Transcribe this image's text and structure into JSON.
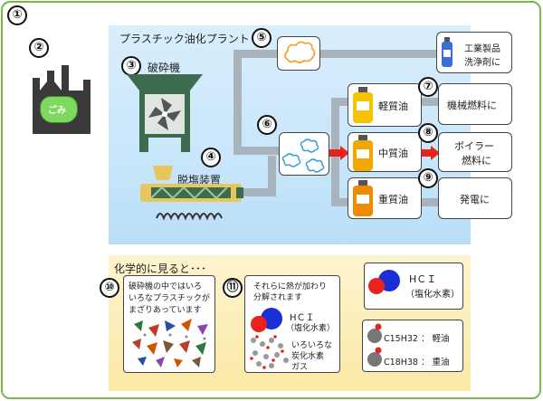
{
  "frame": {
    "number": "①"
  },
  "plant": {
    "title": "プラスチック油化プラント"
  },
  "factory": {
    "number": "②",
    "bag_label": "ごみ"
  },
  "crusher": {
    "number": "③",
    "label": "破砕機"
  },
  "dechlorinator": {
    "number": "④",
    "label": "脱塩装置"
  },
  "gas": {
    "number": "⑤"
  },
  "vapor": {
    "number": "⑥"
  },
  "product": {
    "label_line1": "工業製品",
    "label_line2": "洗浄剤に"
  },
  "oils": [
    {
      "label": "軽質油",
      "number": "⑦",
      "use": "機械燃料に",
      "color": "#f5c400"
    },
    {
      "label": "中質油",
      "number": "⑧",
      "use_line1": "ボイラー",
      "use_line2": "燃料に",
      "color": "#f0a800"
    },
    {
      "label": "重質油",
      "number": "⑨",
      "use": "発電に",
      "color": "#f08a00"
    }
  ],
  "chemistry": {
    "title": "化学的に見ると･･･",
    "panel10": {
      "number": "⑩",
      "text_line1": "破砕機の中ではいろ",
      "text_line2": "いろなプラスチックが",
      "text_line3": "まざりあっています"
    },
    "panel11": {
      "number": "⑪",
      "text_line1": "それらに熱が加わり",
      "text_line2": "分解されます",
      "hcl_line1": "HＣＩ",
      "hcl_line2": "（塩化水素）",
      "hc_line1": "いろいろな",
      "hc_line2": "炭化水素",
      "hc_line3": "ガス"
    },
    "hcl_box": {
      "line1": "HＣＩ",
      "line2": "（塩化水素）"
    },
    "formula_box": {
      "row1": "C15H32 ： 軽油",
      "row2": "C18H38 ： 重油"
    }
  },
  "colors": {
    "frame": "#7ab84a",
    "arrow": "#e8231d",
    "pipe": "#a9b3bc",
    "machine_green": "#3d6b4d",
    "hydrogen": "#e8231d",
    "chlorine": "#1a2fd6"
  }
}
